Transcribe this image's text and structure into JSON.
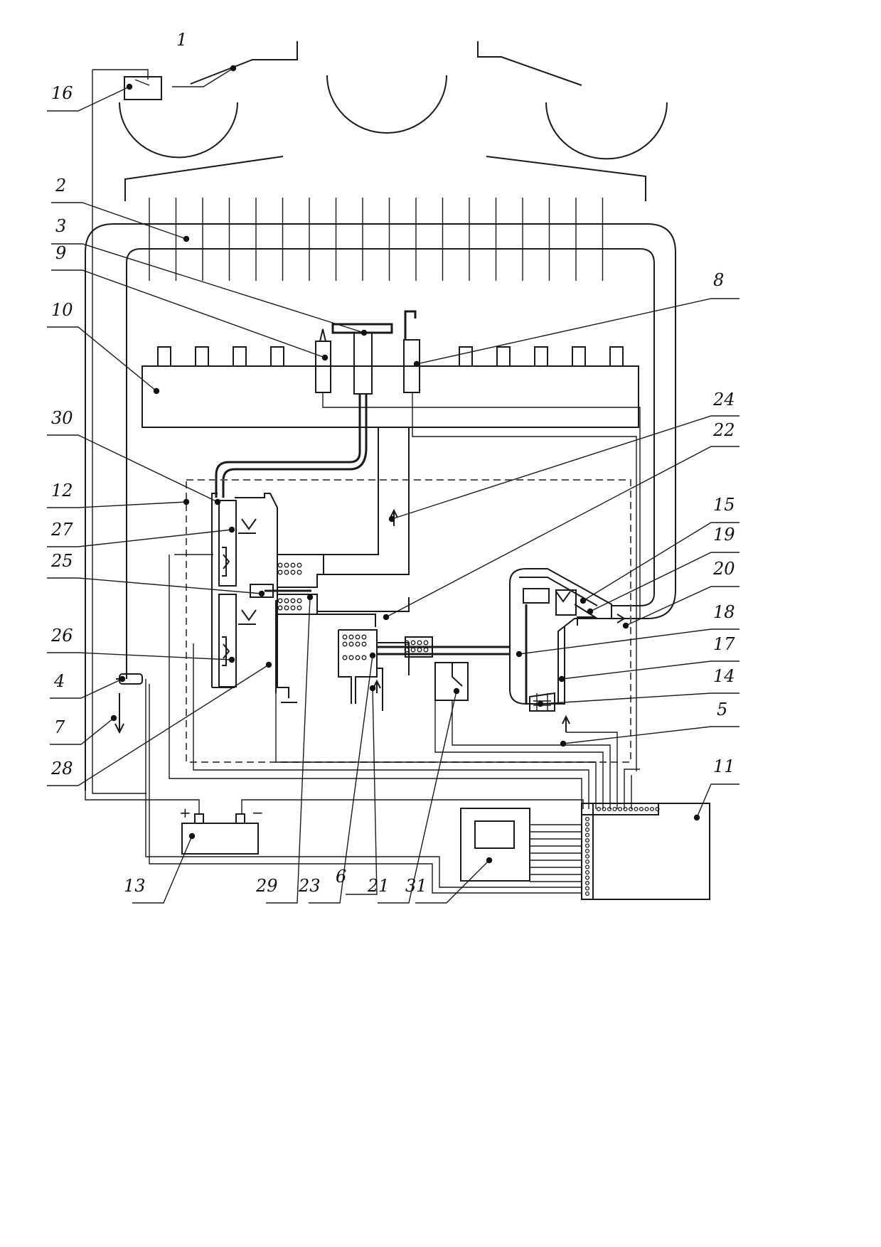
{
  "diagram": {
    "callouts": [
      "1",
      "2",
      "3",
      "4",
      "5",
      "6",
      "7",
      "8",
      "9",
      "10",
      "11",
      "12",
      "13",
      "14",
      "15",
      "16",
      "17",
      "18",
      "19",
      "20",
      "21",
      "22",
      "23",
      "24",
      "25",
      "26",
      "27",
      "28",
      "29",
      "30",
      "31"
    ],
    "battery": {
      "plus": "+",
      "minus": "−"
    }
  }
}
